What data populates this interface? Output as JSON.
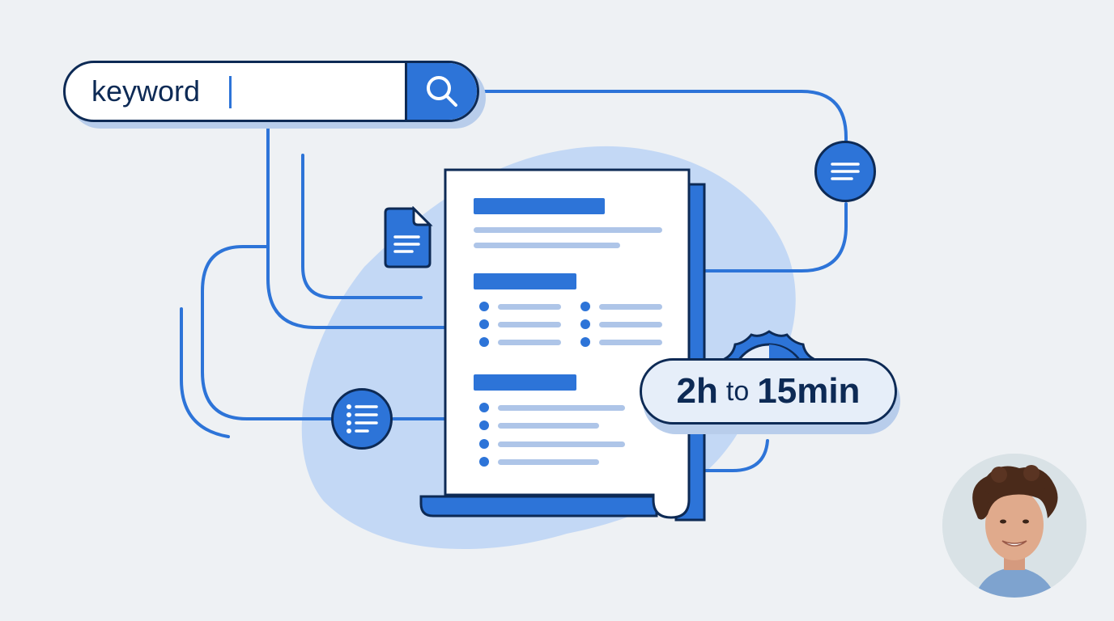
{
  "search": {
    "value": "keyword",
    "placeholder": "",
    "button_icon": "search-icon"
  },
  "badge": {
    "from": "2h",
    "connector": "to",
    "to": "15min"
  },
  "document": {
    "sections": [
      {
        "heading_bar": true,
        "lines": 2
      },
      {
        "heading_bar": true,
        "bullets_columns": 2,
        "bullets_per_column": 3
      },
      {
        "heading_bar": true,
        "bullets": 4
      }
    ]
  },
  "icons": {
    "file": "file-document-icon",
    "list_node": "bulleted-list-icon",
    "text_node": "text-lines-icon",
    "clock_seal": "clock-seal-icon",
    "avatar": "person-avatar"
  },
  "colors": {
    "background": "#eef1f4",
    "accent": "#2d74d8",
    "outline": "#0d2a55",
    "light_blob": "#c3d8f5",
    "line_light": "#aec5e8"
  }
}
